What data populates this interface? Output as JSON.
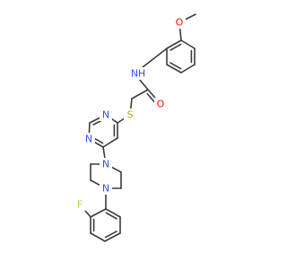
{
  "colors": {
    "bond": "#3b3b3b",
    "carbon": "#3b3b3b",
    "nitrogen": "#3050f8",
    "oxygen": "#ff0d0d",
    "sulfur": "#b2a600",
    "fluorine": "#90e050"
  },
  "atom_labels": {
    "amide_n": "N",
    "amide_h": "H",
    "carbonyl_o": "O",
    "methoxy_o": "O",
    "thioether_s": "S",
    "pyrimidine_n3": "N",
    "pyrimidine_n1": "N",
    "piperazine_n1": "N",
    "piperazine_n4": "N",
    "fluorine": "F"
  }
}
